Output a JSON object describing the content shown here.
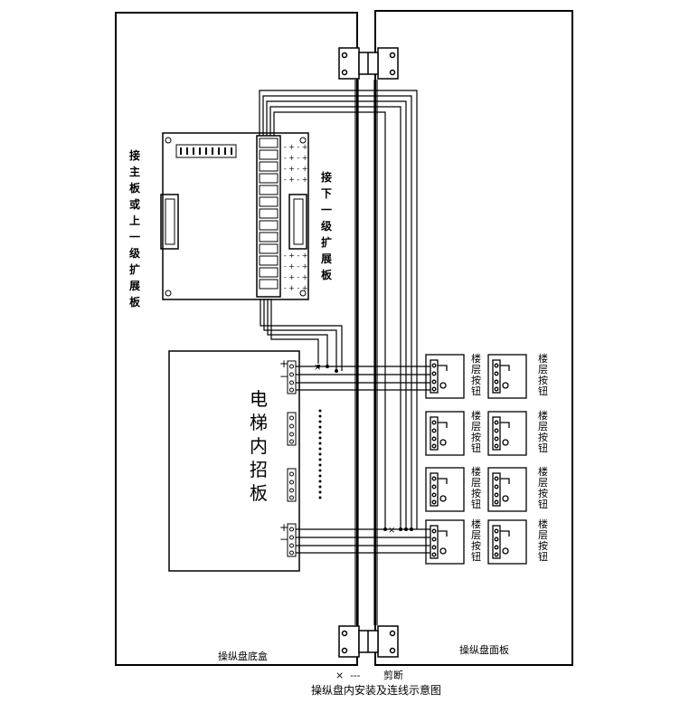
{
  "labels": {
    "main_board_conn": [
      "接",
      "主",
      "板",
      "或",
      "上",
      "一",
      "级",
      "扩",
      "展",
      "板"
    ],
    "next_board_conn": [
      "接",
      "下",
      "一",
      "级",
      "扩",
      "展",
      "板"
    ],
    "call_board": [
      "电",
      "梯",
      "内",
      "招",
      "板"
    ],
    "floor_button": [
      "楼",
      "层",
      "按",
      "钮"
    ],
    "base_box": "操纵盘底盒",
    "face_panel": "操纵盘面板",
    "legend_cut_symbols": "×  ---",
    "legend_cut_text": "剪断",
    "caption": "操纵盘内安装及连线示意图",
    "plus": "+",
    "minus": "−"
  }
}
